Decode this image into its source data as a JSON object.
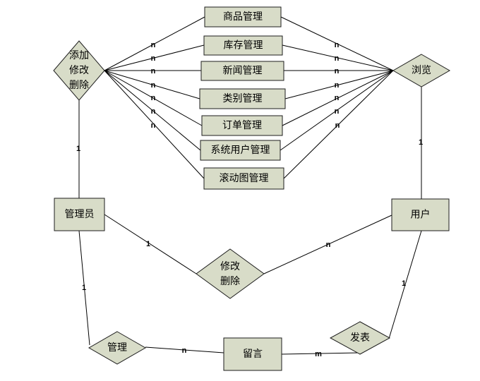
{
  "diagram": {
    "colors": {
      "fill": "#d8dcc8",
      "stroke": "#1e1e1e",
      "line": "#000000",
      "text": "#000000"
    },
    "entities": {
      "goods": "商品管理",
      "stock": "库存管理",
      "news": "新闻管理",
      "category": "类别管理",
      "order": "订单管理",
      "sysuser": "系统用户管理",
      "carousel": "滚动图管理",
      "admin": "管理员",
      "user": "用户",
      "message": "留言"
    },
    "relations": {
      "add_modify_delete": [
        "添加",
        "修改",
        "删除"
      ],
      "browse": "浏览",
      "modify_delete": [
        "修改",
        "删除"
      ],
      "manage": "管理",
      "publish": "发表"
    },
    "cardinalities": {
      "left_n": [
        "n",
        "n",
        "n",
        "n",
        "n",
        "n",
        "n"
      ],
      "right_n": [
        "n",
        "n",
        "n",
        "n",
        "n",
        "n",
        "n"
      ],
      "admin_add": "1",
      "user_browse": "1",
      "admin_modify": "1",
      "user_modify": "n",
      "admin_manage": "1",
      "manage_message": "n",
      "user_publish": "1",
      "publish_message": "m"
    }
  }
}
